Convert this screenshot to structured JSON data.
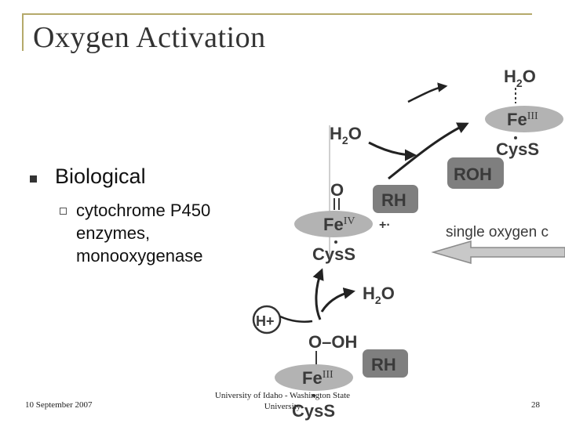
{
  "slide": {
    "title": "Oxygen Activation",
    "bullet": "Biological",
    "sub_bullet": "cytochrome P450 enzymes, monooxygenase"
  },
  "diagram": {
    "top_complex": {
      "ligand": "H",
      "ligand_sub": "2",
      "ligand_tail": "O",
      "metal": "Fe",
      "oxidation": "III",
      "thiolate": "CysS"
    },
    "water_in": {
      "h": "H",
      "sub": "2",
      "o": "O"
    },
    "product_label": "ROH",
    "substrate_upper": "RH",
    "oxo_atom": "O",
    "ferryl_complex": {
      "metal": "Fe",
      "oxidation": "IV",
      "charge": "+·",
      "thiolate": "CysS"
    },
    "pathway_label": "single oxygen c",
    "water_out": {
      "h": "H",
      "sub": "2",
      "o": "O"
    },
    "proton": "H+",
    "hydroperoxo": "O–OH",
    "bottom_complex": {
      "metal": "Fe",
      "oxidation": "III",
      "thiolate": "CysS"
    },
    "substrate_lower": "RH",
    "colors": {
      "oval_fill": "#b3b3b3",
      "box_fill": "#7f7f7f",
      "text": "#3a3a3a",
      "arrow": "#222222",
      "big_arrow_fill": "#c8c8c8"
    }
  },
  "footer": {
    "date": "10 September 2007",
    "center": "University of Idaho - Washington State University",
    "page": "28"
  }
}
